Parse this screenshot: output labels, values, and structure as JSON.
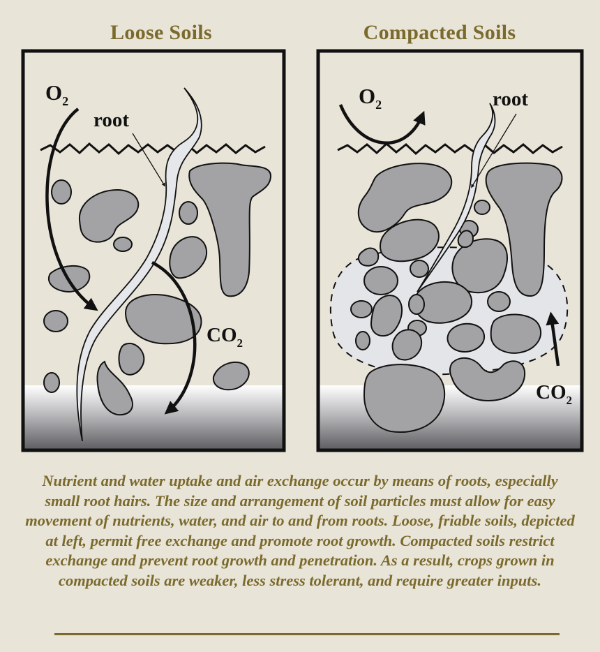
{
  "panels": {
    "left": {
      "title": "Loose Soils",
      "labels": {
        "gas_in": "O",
        "gas_in_sub": "2",
        "root": "root",
        "gas_out": "CO",
        "gas_out_sub": "2"
      }
    },
    "right": {
      "title": "Compacted Soils",
      "labels": {
        "gas_in": "O",
        "gas_in_sub": "2",
        "root": "root",
        "gas_out": "CO",
        "gas_out_sub": "2"
      }
    }
  },
  "caption": "Nutrient and water uptake and air exchange occur by means of roots, especially small root hairs. The size and arrangement of soil particles must allow for easy movement of nutrients, water, and air to and from roots. Loose, friable soils, depicted at left, permit free exchange and promote root growth. Compacted soils restrict exchange and prevent root growth and penetration. As a result, crops grown in compacted soils are weaker, less stress tolerant, and require greater inputs.",
  "colors": {
    "background": "#e9e4d8",
    "accent_text": "#7a6a2c",
    "particle_fill": "#a3a3a6",
    "root_fill": "#e6e7ea",
    "compaction_zone": "#e4e5e8"
  }
}
